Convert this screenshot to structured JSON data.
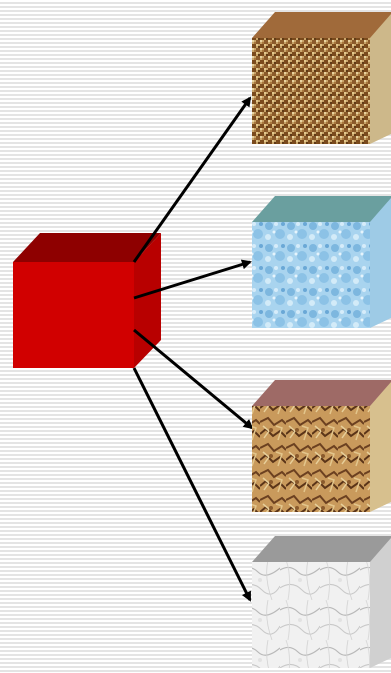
{
  "diagram": {
    "source_cube": {
      "color": "#d10000",
      "top_color": "#8e0000",
      "side_color": "#b80000"
    },
    "target_cubes": [
      {
        "texture": "woven-burlap",
        "top_color": "#a06a3a",
        "side_color": "#cdb88a"
      },
      {
        "texture": "blue-mottled",
        "top_color": "#6a9f9f",
        "side_color": "#9ecbe6"
      },
      {
        "texture": "brown-crumpled",
        "top_color": "#9e6a66",
        "side_color": "#d7c08e"
      },
      {
        "texture": "white-marble",
        "top_color": "#9a9a9a",
        "side_color": "#d0d0d0"
      }
    ],
    "arrow_color": "#000000"
  }
}
